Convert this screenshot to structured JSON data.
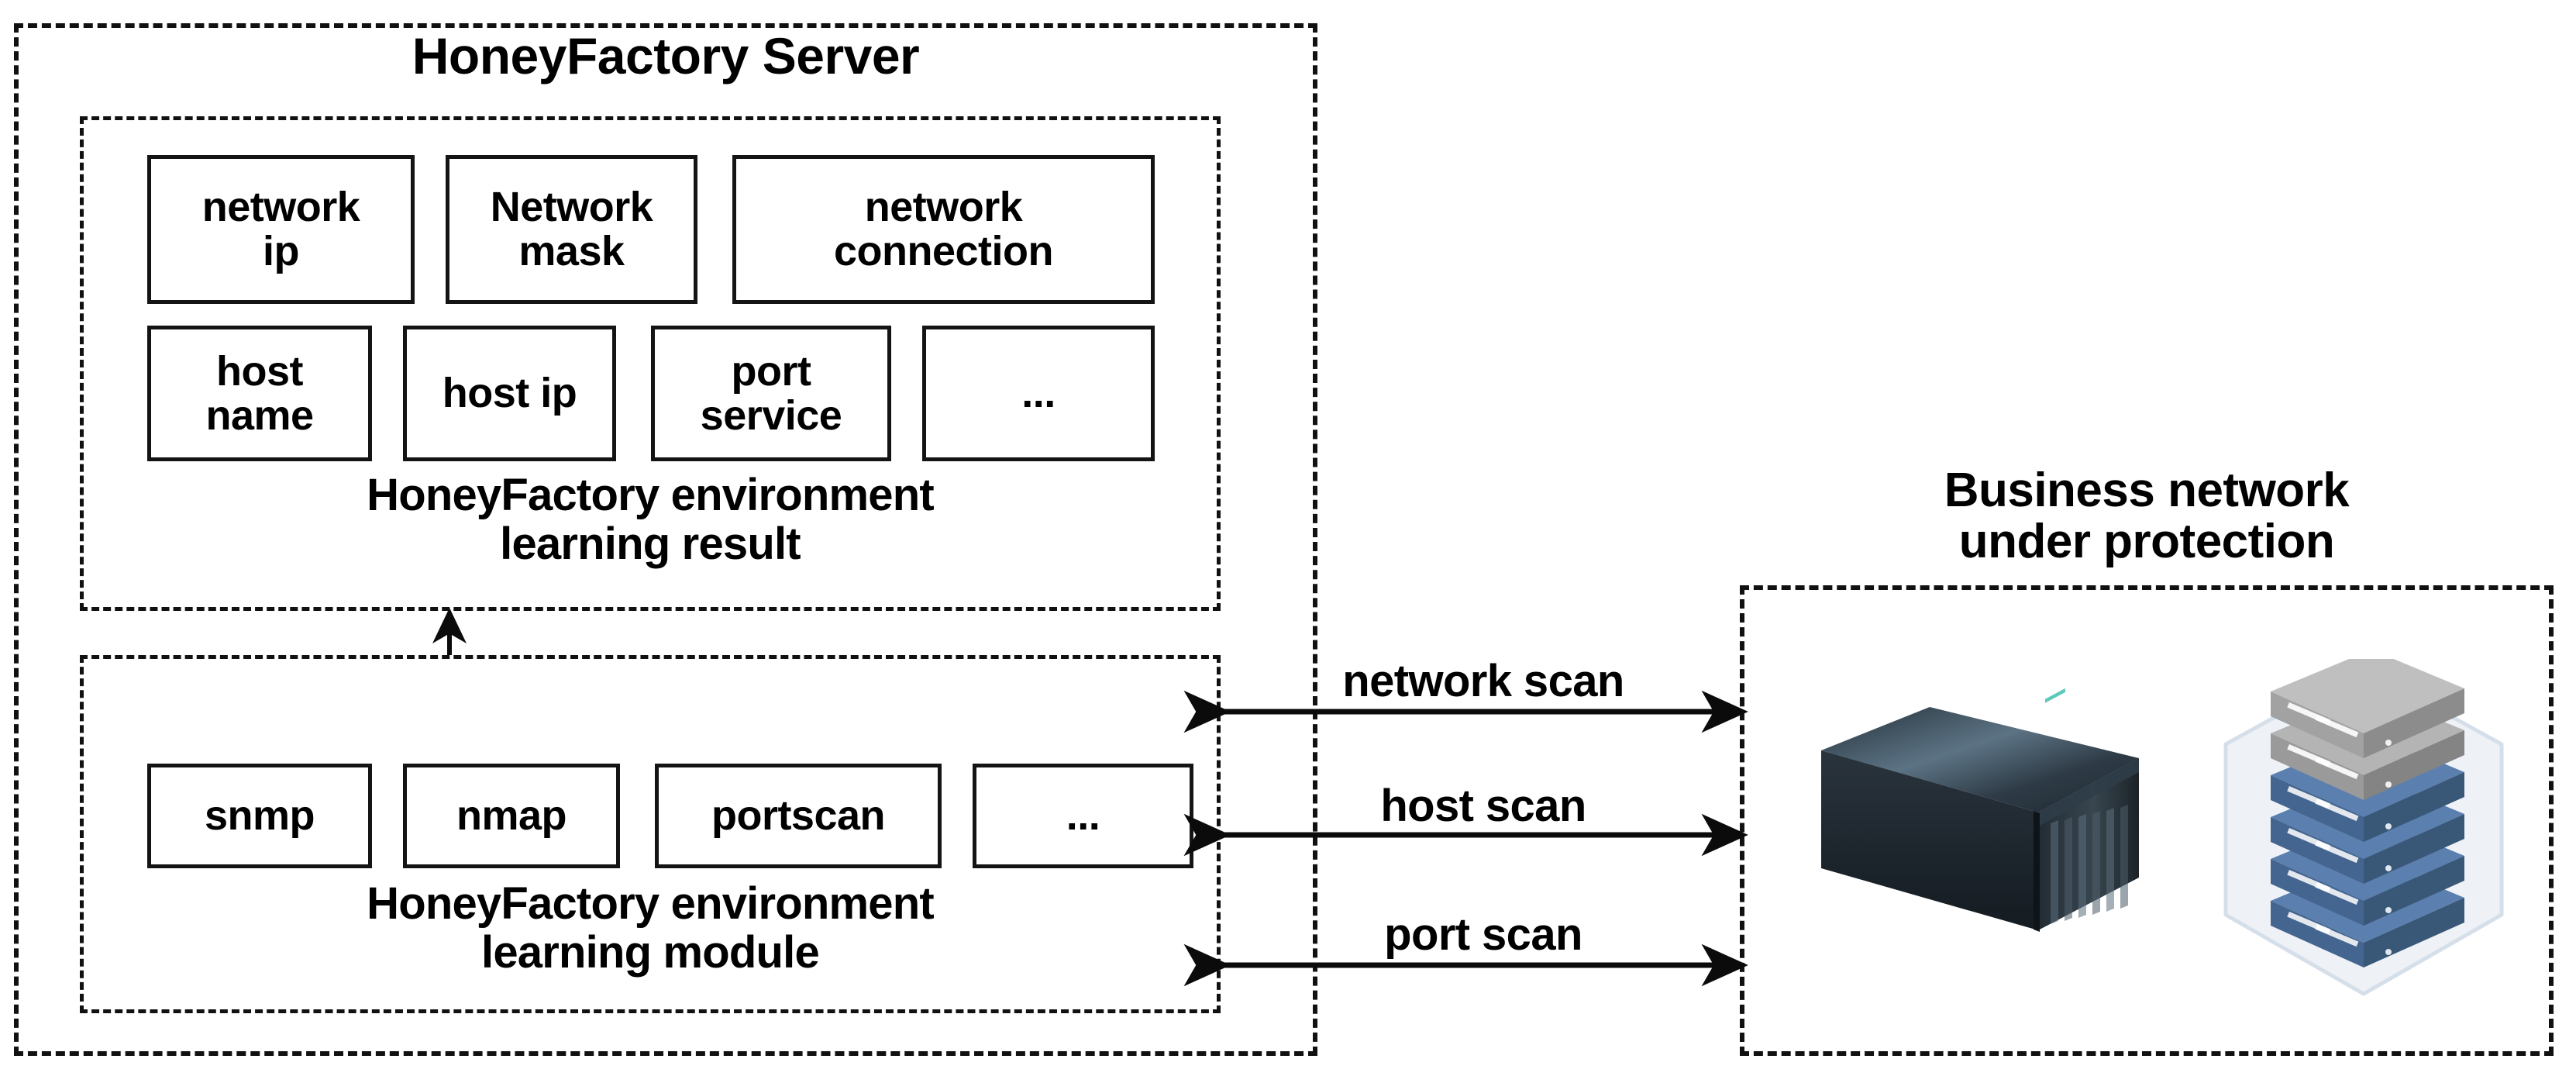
{
  "server_panel": {
    "title": "HoneyFactory Server",
    "result_group": {
      "caption": "HoneyFactory environment\nlearning result",
      "row1": [
        {
          "label": "network\nip"
        },
        {
          "label": "Network\nmask"
        },
        {
          "label": "network\nconnection"
        }
      ],
      "row2": [
        {
          "label": "host\nname"
        },
        {
          "label": "host ip"
        },
        {
          "label": "port\nservice"
        },
        {
          "label": "..."
        }
      ]
    },
    "module_group": {
      "caption": "HoneyFactory environment\nlearning module",
      "tools": [
        {
          "label": "snmp"
        },
        {
          "label": "nmap"
        },
        {
          "label": "portscan"
        },
        {
          "label": "..."
        }
      ]
    }
  },
  "business_panel": {
    "title": "Business network\nunder protection",
    "devices": [
      {
        "name": "blade-server-chassis"
      },
      {
        "name": "server-stack"
      }
    ]
  },
  "connections": [
    {
      "label": "network scan",
      "direction": "bidirectional"
    },
    {
      "label": "host scan",
      "direction": "bidirectional"
    },
    {
      "label": "port scan",
      "direction": "bidirectional"
    }
  ],
  "internal_flow": {
    "label": "",
    "direction": "upward",
    "from": "learning module",
    "to": "learning result"
  },
  "colors": {
    "stroke": "#111111",
    "background": "#ffffff",
    "chassis_dark": "#2b3640",
    "stack_blue": "#4a6f9c",
    "stack_gray": "#9b9b9b",
    "stack_halo": "#e8eef5"
  }
}
